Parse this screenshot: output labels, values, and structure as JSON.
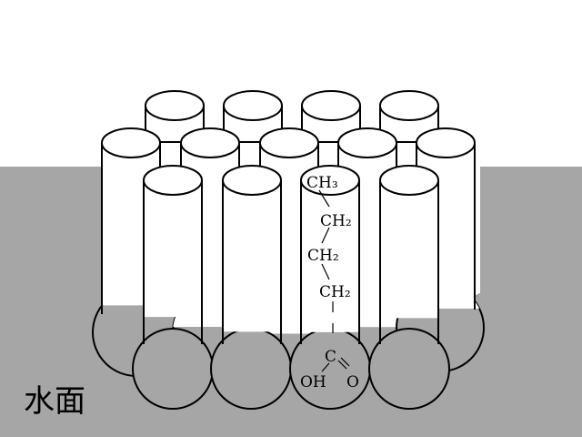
{
  "diagram": {
    "water_label": "水面",
    "chain_labels": [
      "CH₃",
      "CH₂",
      "CH₂",
      "CH₂"
    ],
    "head_labels": {
      "carbon": "C",
      "hydroxyl": "OH",
      "oxygen": "O"
    },
    "colors": {
      "background": "#ffffff",
      "water": "#a6a6a6",
      "molecule_fill": "#ffffff",
      "outline": "#000000"
    }
  }
}
